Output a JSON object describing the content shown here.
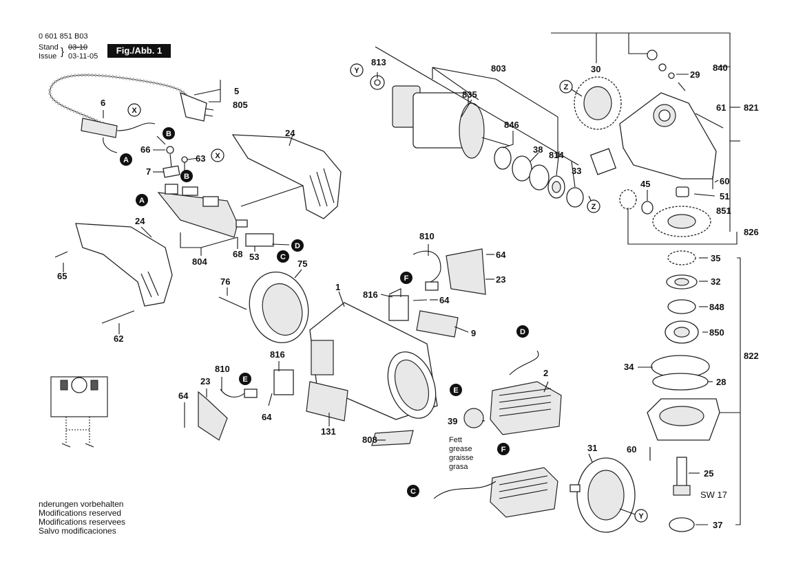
{
  "header": {
    "doc_number": "0 601 851 B03",
    "stand_label": "Stand",
    "issue_label": "Issue",
    "stand_value": "03-10",
    "issue_value": "03-11-05",
    "figure_label": "Fig./Abb. 1"
  },
  "footer": {
    "line_de": "nderungen vorbehalten",
    "line_en": "Modifications reserved",
    "line_fr": "Modifications reservees",
    "line_es": "Salvo modificaciones"
  },
  "grease_note": [
    "Fett",
    "grease",
    "graisse",
    "grasa"
  ],
  "wrench_size": "SW 17",
  "connection_markers": {
    "A": "A",
    "B": "B",
    "C": "C",
    "D": "D",
    "E": "E",
    "F": "F"
  },
  "assembly_markers": {
    "X": "X",
    "Y": "Y",
    "Z": "Z"
  },
  "part_labels": {
    "p1": "1",
    "p2": "2",
    "p5": "5",
    "p6": "6",
    "p7": "7",
    "p9": "9",
    "p23a": "23",
    "p23b": "23",
    "p24a": "24",
    "p24b": "24",
    "p25": "25",
    "p28": "28",
    "p29": "29",
    "p30": "30",
    "p31": "31",
    "p32": "32",
    "p33": "33",
    "p34": "34",
    "p35": "35",
    "p37": "37",
    "p38": "38",
    "p39": "39",
    "p45": "45",
    "p51": "51",
    "p53": "53",
    "p60a": "60",
    "p60b": "60",
    "p61": "61",
    "p62": "62",
    "p63": "63",
    "p64a": "64",
    "p64b": "64",
    "p64c": "64",
    "p64d": "64",
    "p65": "65",
    "p66": "66",
    "p68": "68",
    "p75": "75",
    "p76": "76",
    "p131": "131",
    "p803": "803",
    "p804": "804",
    "p805": "805",
    "p808": "808",
    "p810a": "810",
    "p810b": "810",
    "p813": "813",
    "p814": "814",
    "p816a": "816",
    "p816b": "816",
    "p821": "821",
    "p822": "822",
    "p826": "826",
    "p835": "835",
    "p840": "840",
    "p846": "846",
    "p848": "848",
    "p850": "850",
    "p851": "851"
  }
}
